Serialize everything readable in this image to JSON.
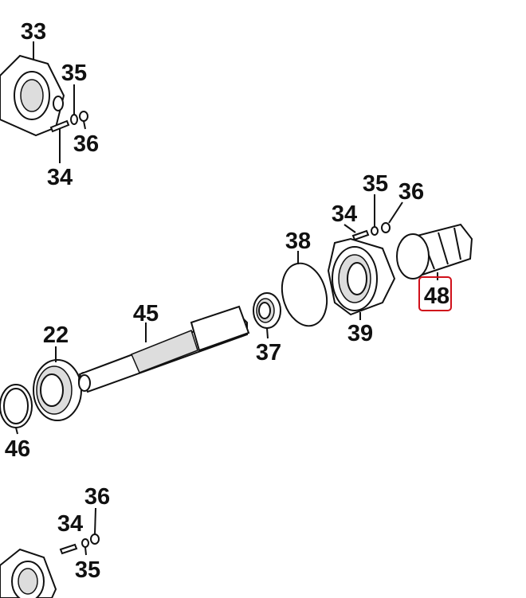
{
  "diagram": {
    "highlight_color": "#d0101a",
    "selected_part": "48",
    "labels": {
      "p33": "33",
      "p35a": "35",
      "p36a": "36",
      "p34a": "34",
      "p38": "38",
      "p35b": "35",
      "p36b": "36",
      "p34b": "34",
      "p48": "48",
      "p39": "39",
      "p45": "45",
      "p37": "37",
      "p22": "22",
      "p46": "46",
      "p36c": "36",
      "p34c": "34",
      "p35c": "35"
    }
  }
}
